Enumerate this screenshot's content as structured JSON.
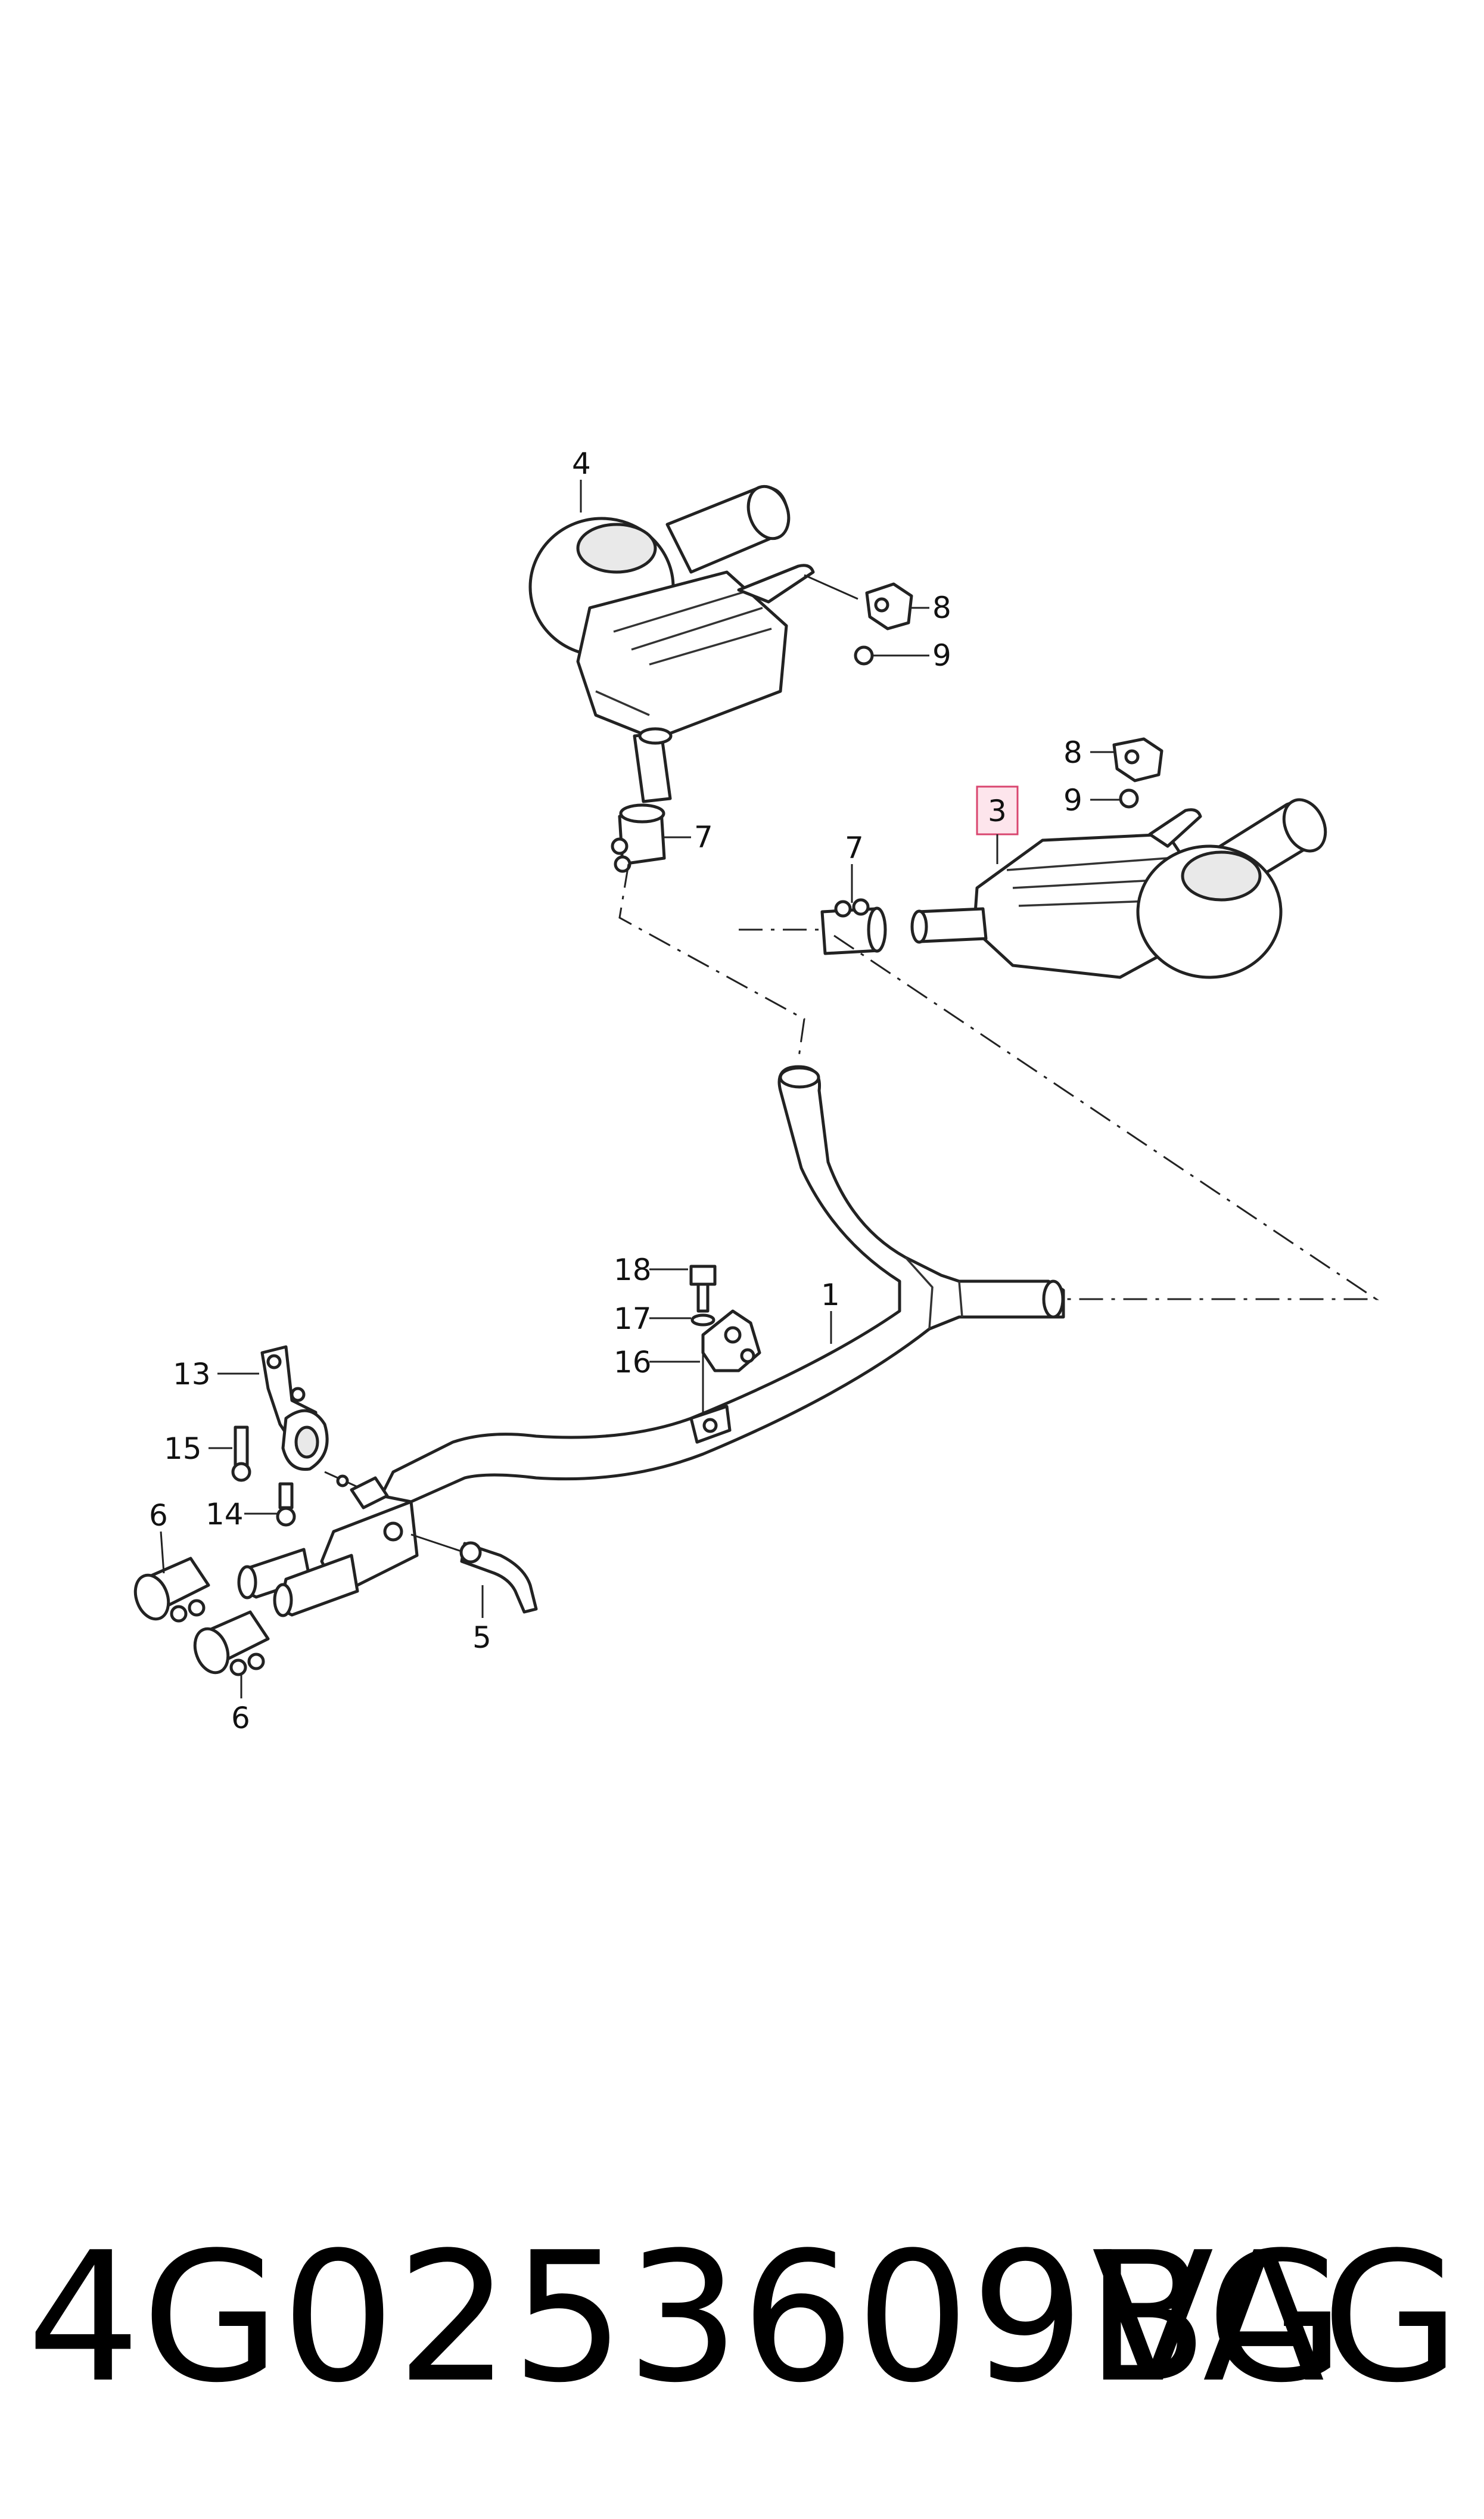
{
  "callouts": {
    "c1": "1",
    "c3": "3",
    "c4": "4",
    "c5": "5",
    "c6a": "6",
    "c6b": "6",
    "c7a": "7",
    "c7b": "7",
    "c8a": "8",
    "c8b": "8",
    "c9a": "9",
    "c9b": "9",
    "c13": "13",
    "c14": "14",
    "c15": "15",
    "c16": "16",
    "c17": "17",
    "c18": "18"
  },
  "highlight_color": "#d9466f",
  "footer": {
    "part_number": "4G0253609BG",
    "brand": "VAG"
  }
}
